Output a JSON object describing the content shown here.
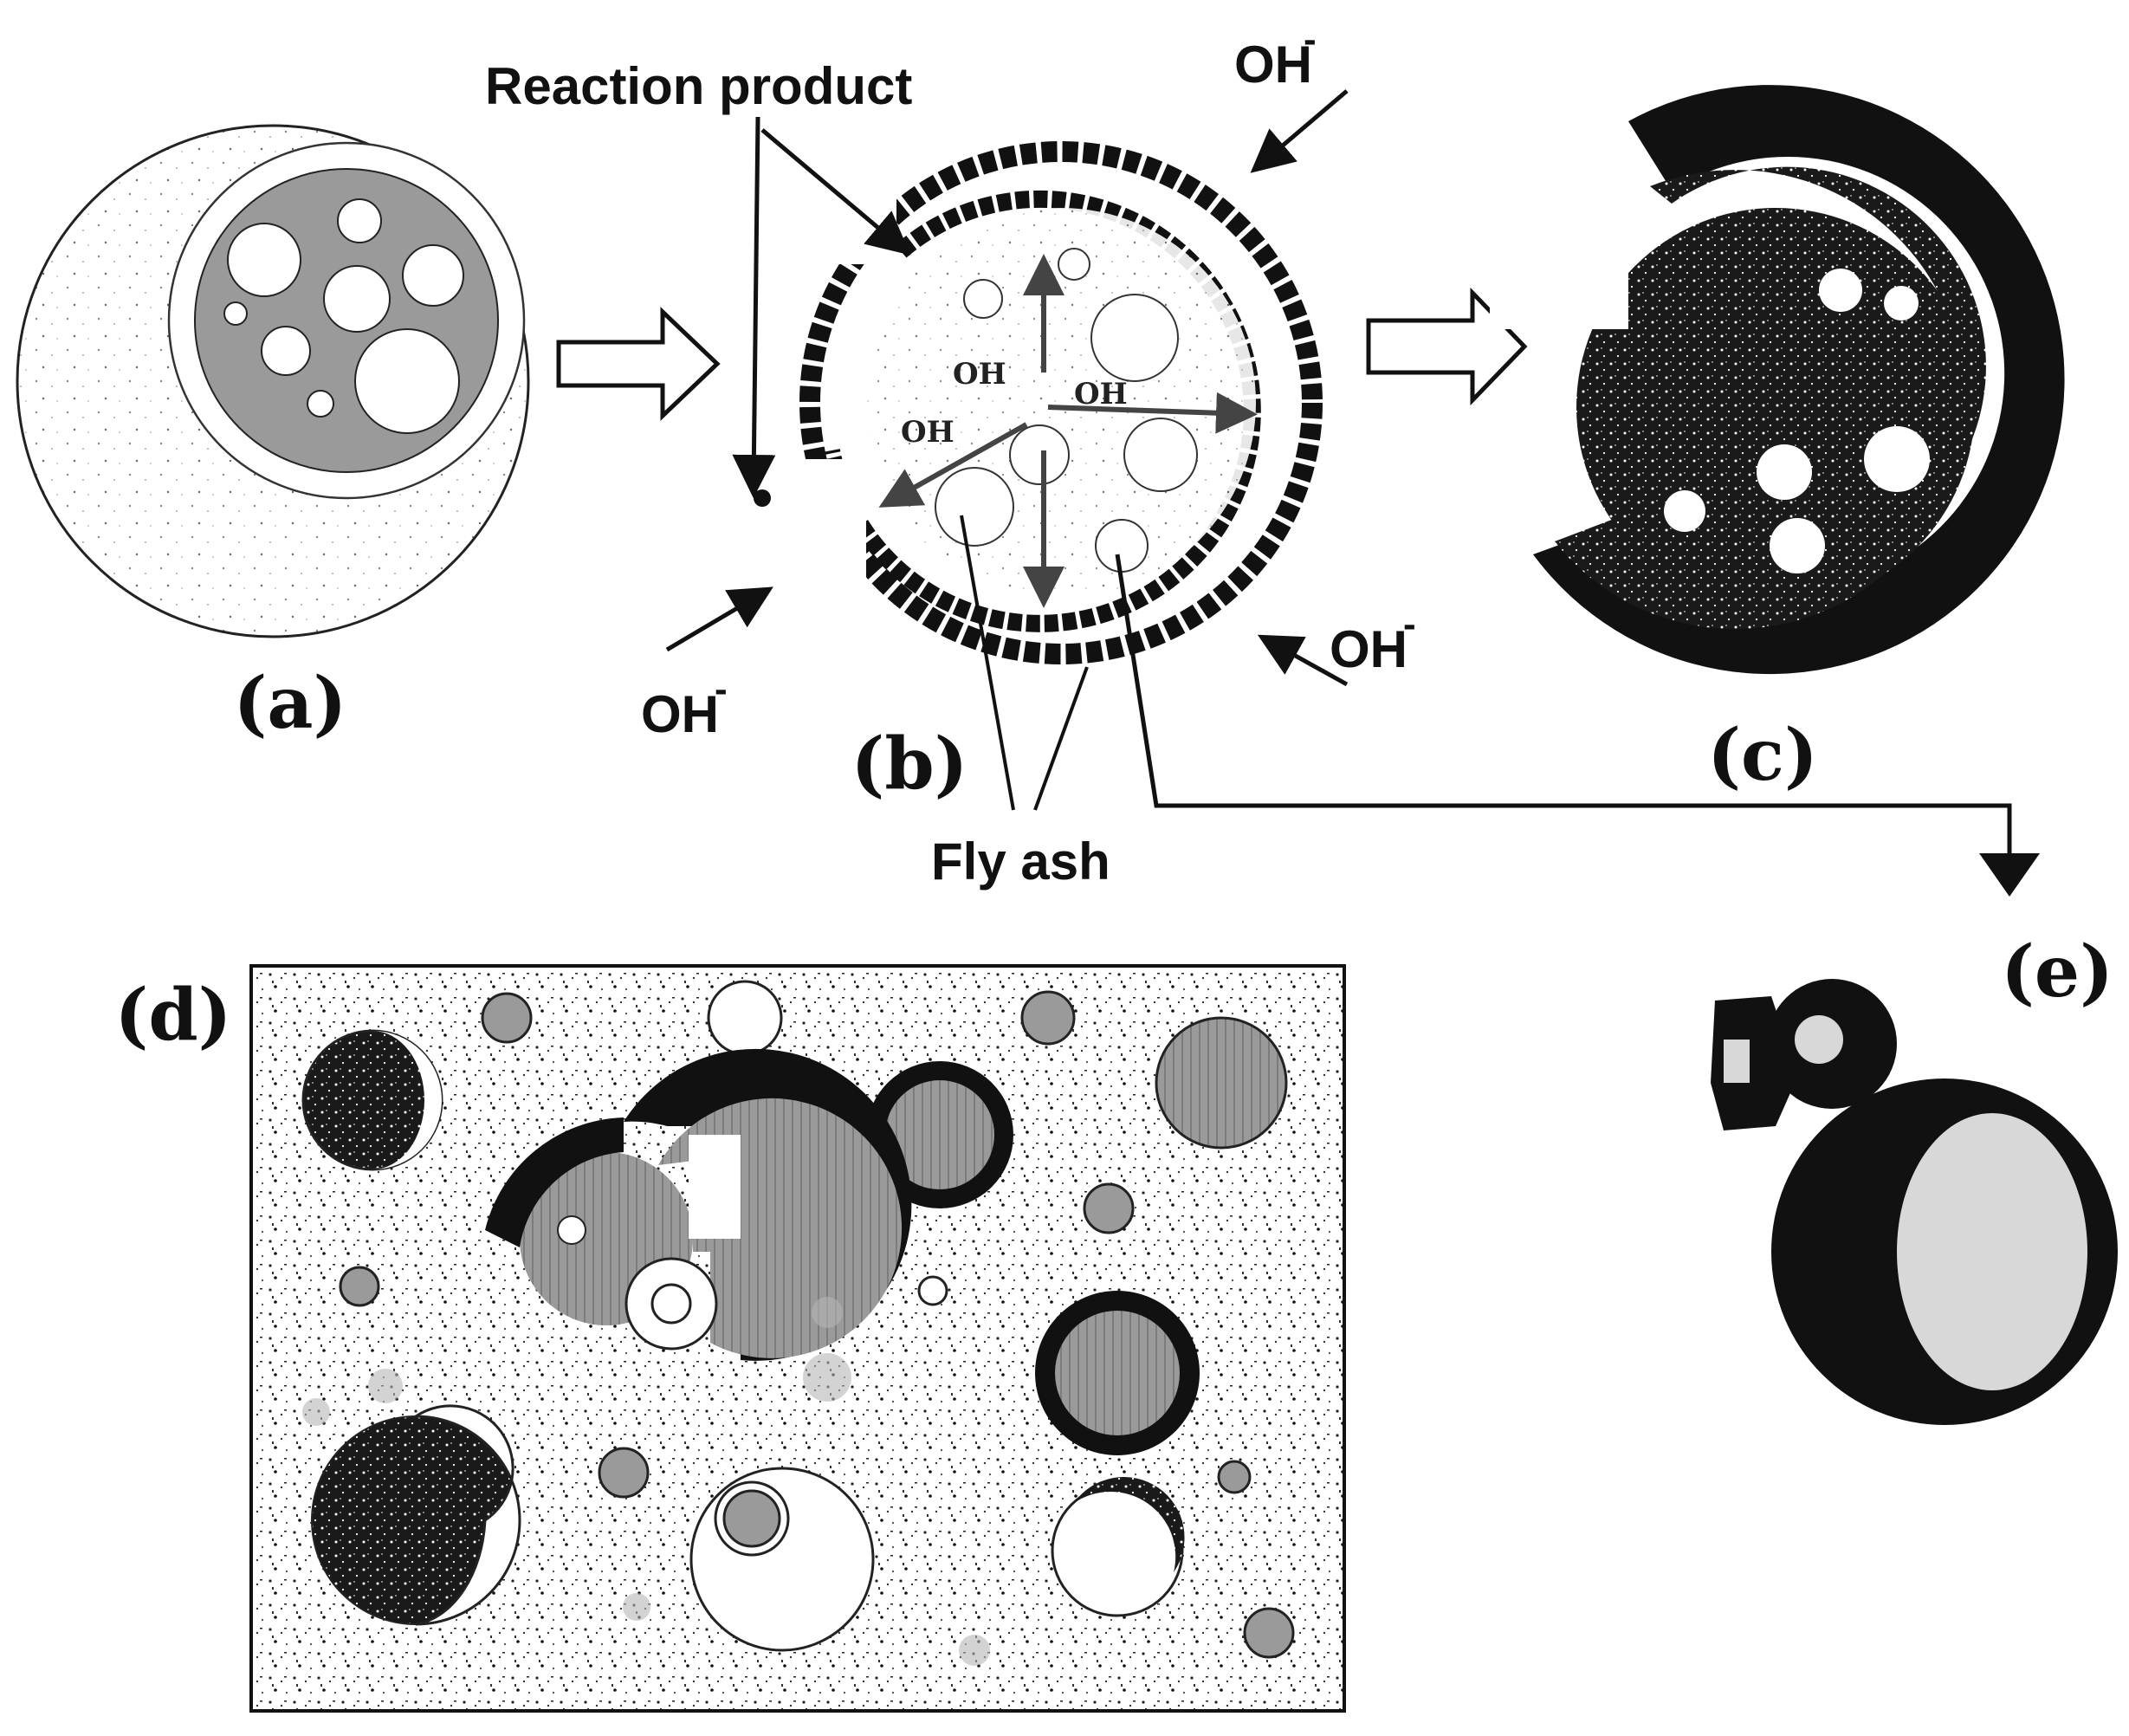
{
  "labels": {
    "a": "(a)",
    "b": "(b)",
    "c": "(c)",
    "d": "(d)",
    "e": "(e)"
  },
  "callouts": {
    "reaction_product": "Reaction product",
    "fly_ash": "Fly ash",
    "oh_ion": "OH",
    "oh_superscript": "-",
    "oh_inner": "OH"
  },
  "colors": {
    "ink": "#111111",
    "grey_fill": "#9a9a9a",
    "light_grey": "#d8d8d8",
    "background": "#ffffff"
  }
}
